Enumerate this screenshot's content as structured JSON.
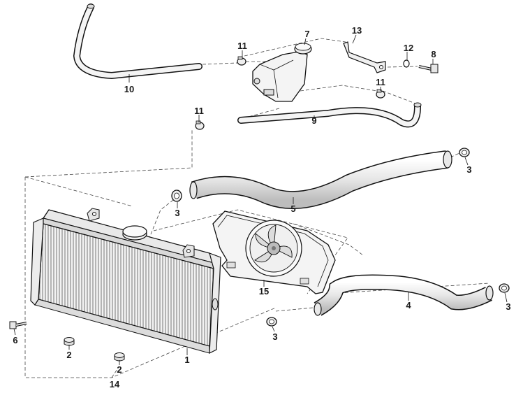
{
  "diagram": {
    "callouts": {
      "c1": "1",
      "c2a": "2",
      "c2b": "2",
      "c3a": "3",
      "c3b": "3",
      "c3c": "3",
      "c3d": "3",
      "c4": "4",
      "c5": "5",
      "c6": "6",
      "c7": "7",
      "c8": "8",
      "c9": "9",
      "c10": "10",
      "c11a": "11",
      "c11b": "11",
      "c11c": "11",
      "c12": "12",
      "c13": "13",
      "c14": "14",
      "c15": "15"
    }
  }
}
